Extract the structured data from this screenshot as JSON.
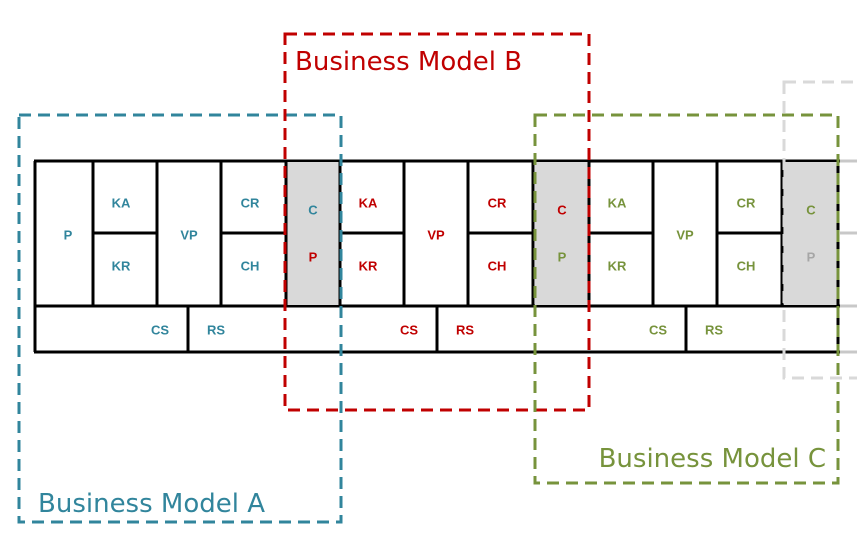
{
  "colors": {
    "model_a": "#31859c",
    "model_b": "#c00000",
    "model_c": "#77933c",
    "model_next": "#d9d9d9",
    "shared_cell_fill": "#d9d9d9",
    "grid_line": "#000000",
    "faded_text": "#a6a6a6"
  },
  "models": [
    {
      "id": "A",
      "title": "Business Model A",
      "cells": {
        "P": "P",
        "KA": "KA",
        "KR": "KR",
        "VP": "VP",
        "CR": "CR",
        "CH": "CH",
        "CS": "CS",
        "RS": "RS"
      }
    },
    {
      "id": "B",
      "title": "Business Model B",
      "cells": {
        "KA": "KA",
        "KR": "KR",
        "VP": "VP",
        "CR": "CR",
        "CH": "CH",
        "CS": "CS",
        "RS": "RS"
      }
    },
    {
      "id": "C",
      "title": "Business Model C",
      "cells": {
        "KA": "KA",
        "KR": "KR",
        "VP": "VP",
        "CR": "CR",
        "CH": "CH",
        "CS": "CS",
        "RS": "RS"
      }
    }
  ],
  "shared_cells": [
    {
      "top_label": "C",
      "top_owner": "A",
      "bottom_label": "P",
      "bottom_owner": "B"
    },
    {
      "top_label": "C",
      "top_owner": "B",
      "bottom_label": "P",
      "bottom_owner": "C"
    },
    {
      "top_label": "C",
      "top_owner": "C",
      "bottom_label": "P",
      "bottom_owner": "next"
    }
  ],
  "legend_abbreviations": [
    "P",
    "KA",
    "KR",
    "VP",
    "CR",
    "CH",
    "C",
    "CS",
    "RS"
  ]
}
